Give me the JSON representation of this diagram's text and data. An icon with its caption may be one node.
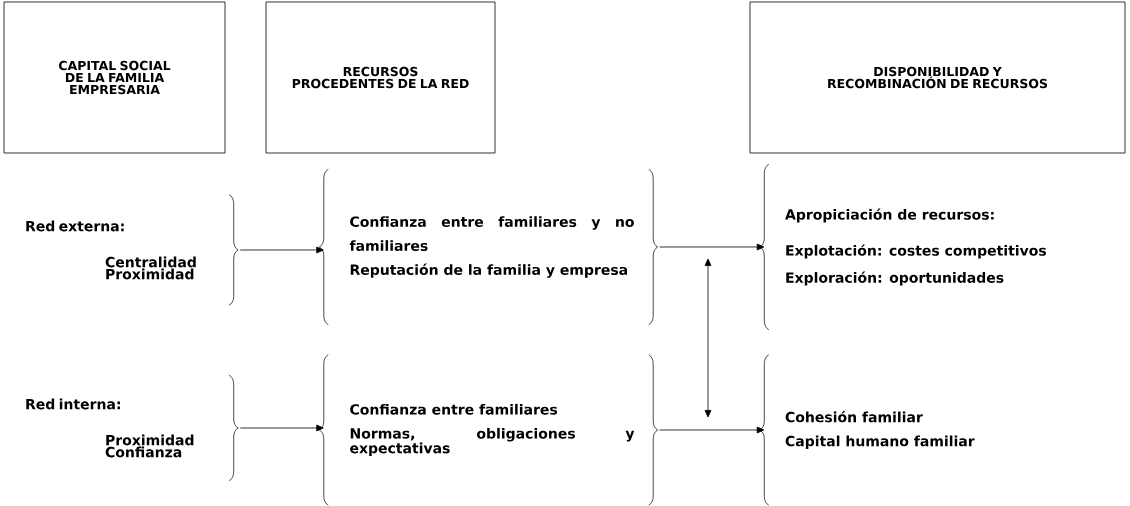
{
  "diagram": {
    "nodes": [
      {
        "text": [
          "CAPITAL SOCIAL DE LA FAMILIA EMPRESARIA"
        ]
      },
      {
        "text": [
          "RECURSOS PROCEDENTES DE LA RED"
        ]
      },
      {
        "text": [
          "DISPONIBILIDAD Y RECOMBINACIÓN DE RECURSOS"
        ]
      },
      {
        "text": [
          "Red externa:",
          "Centralidad",
          "Proximidad"
        ]
      },
      {
        "text": [
          "Red interna:",
          "Proximidad",
          "Confianza"
        ]
      },
      {
        "text": [
          "Confianza entre familiares y no familiares",
          "Reputación de la familia y empresa"
        ]
      },
      {
        "text": [
          "Confianza entre familiares",
          "Normas, obligaciones y expectativas"
        ]
      },
      {
        "text": [
          "Apropiciación de recursos:",
          "Explotación: costes competitivos",
          "Exploración: oportunidades"
        ]
      },
      {
        "text": [
          "Cohesión familiar",
          "Capital humano familiar"
        ]
      }
    ],
    "edges": [
      {
        "from": 3,
        "to": 5,
        "arrow": "to"
      },
      {
        "from": 4,
        "to": 6,
        "arrow": "to"
      },
      {
        "from": 5,
        "to": 7,
        "arrow": "to"
      },
      {
        "from": 6,
        "to": 8,
        "arrow": "to"
      },
      {
        "from": 7,
        "to": 8,
        "arrow": "both"
      }
    ]
  }
}
